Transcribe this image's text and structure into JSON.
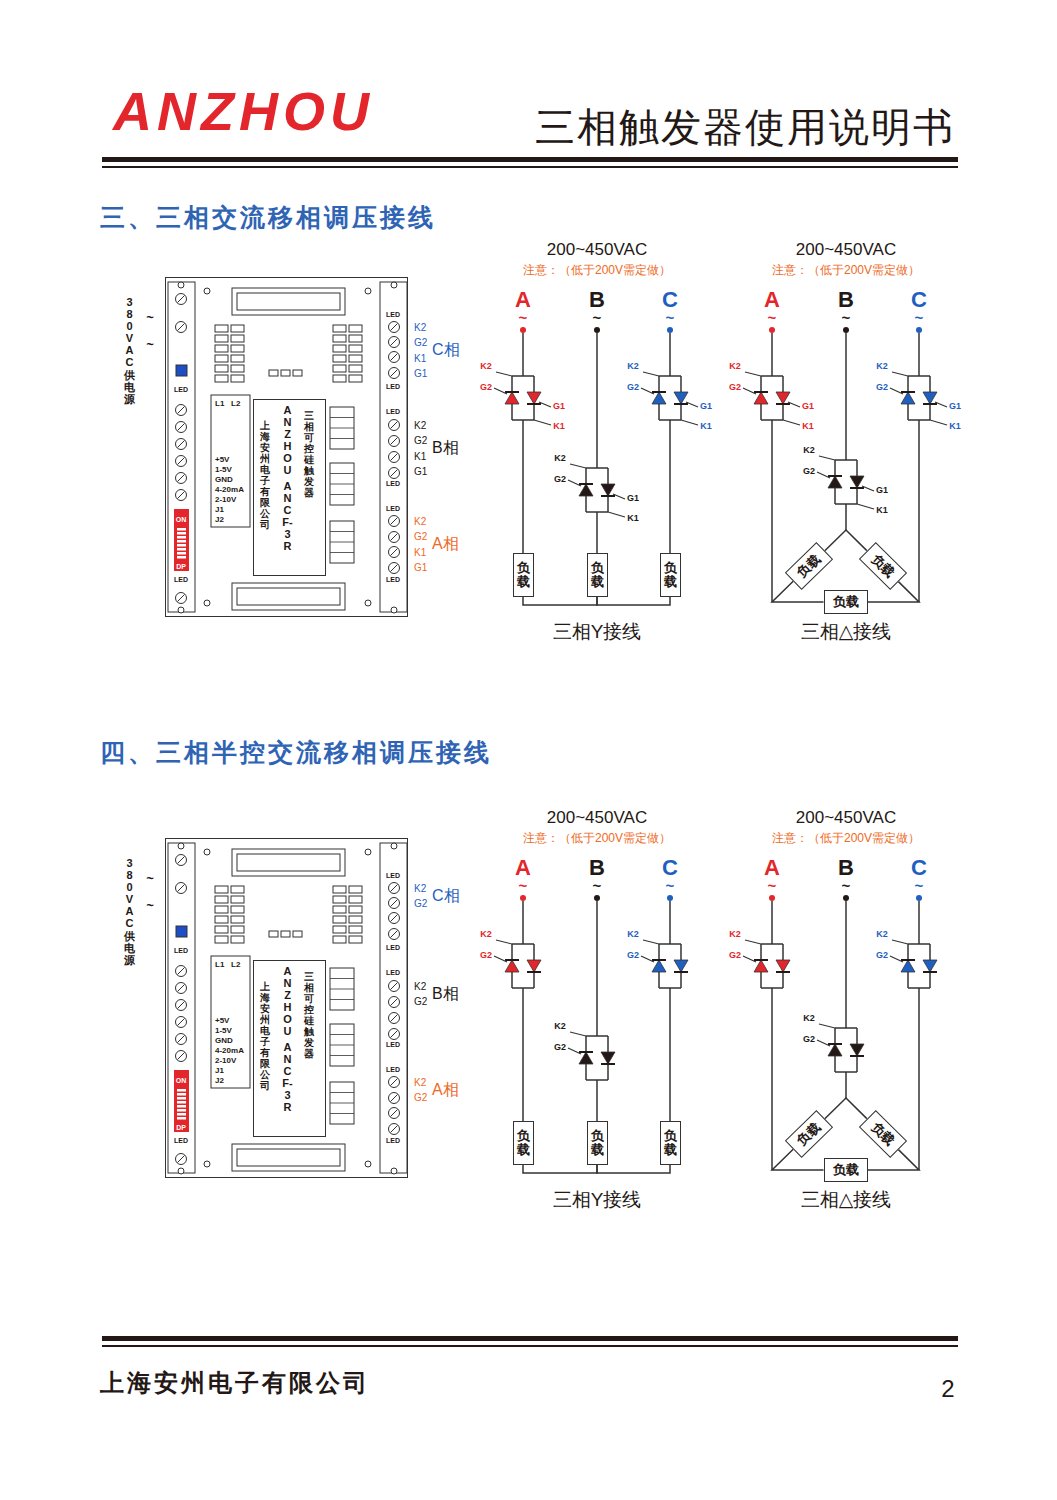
{
  "diagram": {
    "title": "三相触发器使用说明书",
    "nodes": [
      {
        "text": [
          "380VAC供电源"
        ]
      },
      {
        "text": [
          "ANZHOU",
          "三相可控硅触发器",
          "ANCF-3R",
          "上海安州电子有限公司"
        ],
        "in": 0
      },
      {
        "text": [
          "负载"
        ]
      },
      {
        "text": [
          "负载"
        ]
      },
      {
        "text": [
          "负载"
        ]
      },
      {
        "text": [
          "负载"
        ]
      },
      {
        "text": [
          "负载"
        ]
      },
      {
        "text": [
          "负载"
        ]
      },
      {
        "text": [
          "380VAC供电源"
        ]
      },
      {
        "text": [
          "ANZHOU",
          "三相可控硅触发器",
          "ANCF-3R",
          "上海安州电子有限公司"
        ],
        "in": 8
      },
      {
        "text": [
          "负载"
        ]
      },
      {
        "text": [
          "负载"
        ]
      },
      {
        "text": [
          "负载"
        ]
      },
      {
        "text": [
          "负载"
        ]
      },
      {
        "text": [
          "负载"
        ]
      },
      {
        "text": [
          "负载"
        ]
      }
    ],
    "edges": [
      {
        "from": 2,
        "to": 3,
        "arrow": "none"
      },
      {
        "from": 3,
        "to": 4,
        "arrow": "none"
      },
      {
        "from": 5,
        "to": 7,
        "arrow": "none"
      },
      {
        "from": 6,
        "to": 7,
        "arrow": "none"
      },
      {
        "from": 5,
        "to": 6,
        "arrow": "none"
      },
      {
        "from": 10,
        "to": 11,
        "arrow": "none"
      },
      {
        "from": 11,
        "to": 12,
        "arrow": "none"
      },
      {
        "from": 13,
        "to": 15,
        "arrow": "none"
      },
      {
        "from": 14,
        "to": 15,
        "arrow": "none"
      },
      {
        "from": 13,
        "to": 14,
        "arrow": "none"
      }
    ],
    "labels": [
      "ANZHOU",
      "三、三相交流移相调压接线",
      "K2",
      "G2",
      "K1",
      "G1",
      "C相",
      "K2",
      "G2",
      "K1",
      "G1",
      "B相",
      "K2",
      "G2",
      "K1",
      "G1",
      "A相",
      "LED",
      "LED",
      "LED",
      "LED",
      "LED",
      "LED",
      "LED",
      "LED",
      "L1",
      "L2",
      "+5V",
      "1-5V",
      "GND",
      "4-20mA",
      "2-10V",
      "J1",
      "J2",
      "ON",
      "DP",
      "~",
      "~",
      "200~450VAC",
      "注意：（低于200V需定做）",
      "A",
      "B",
      "C",
      "~",
      "~",
      "~",
      "K2",
      "G2",
      "G1",
      "K1",
      "K2",
      "G2",
      "G1",
      "K1",
      "K2",
      "G2",
      "G1",
      "K1",
      "三相Y接线",
      "200~450VAC",
      "注意：（低于200V需定做）",
      "A",
      "B",
      "C",
      "~",
      "~",
      "~",
      "K2",
      "G2",
      "G1",
      "K1",
      "K2",
      "G2",
      "G1",
      "K1",
      "K2",
      "G2",
      "G1",
      "K1",
      "三相△接线",
      "四、三相半控交流移相调压接线",
      "K2",
      "G2",
      "C相",
      "K2",
      "G2",
      "B相",
      "K2",
      "G2",
      "A相",
      "LED",
      "LED",
      "LED",
      "LED",
      "LED",
      "LED",
      "LED",
      "LED",
      "L1",
      "L2",
      "+5V",
      "1-5V",
      "GND",
      "4-20mA",
      "2-10V",
      "J1",
      "J2",
      "ON",
      "DP",
      "~",
      "~",
      "200~450VAC",
      "注意：（低于200V需定做）",
      "A",
      "B",
      "C",
      "~",
      "~",
      "~",
      "K2",
      "G2",
      "K2",
      "G2",
      "K2",
      "G2",
      "三相Y接线",
      "200~450VAC",
      "注意：（低于200V需定做）",
      "A",
      "B",
      "C",
      "~",
      "~",
      "~",
      "K2",
      "G2",
      "K2",
      "G2",
      "K2",
      "G2",
      "三相△接线",
      "上海安州电子有限公司",
      "2"
    ]
  }
}
